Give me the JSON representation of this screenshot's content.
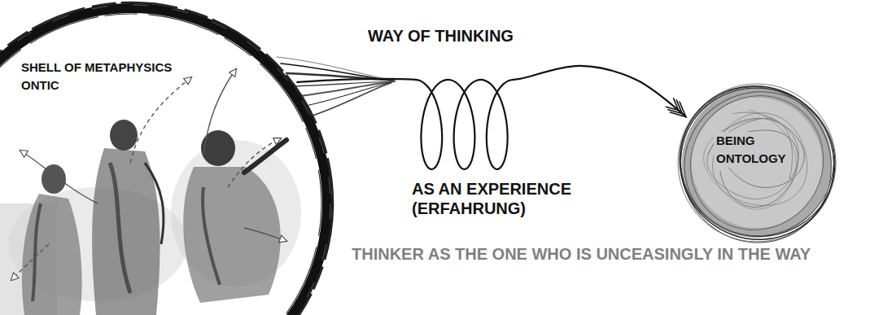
{
  "diagram": {
    "caption": "THINKER AS THE ONE WHO IS UNCEASINGLY IN THE WAY",
    "nodes": [
      {
        "text": [
          "SHELL OF METAPHYSICS",
          "ONTIC"
        ]
      },
      {
        "text": [
          "BEING",
          "ONTOLOGY"
        ]
      }
    ],
    "edges": [
      {
        "from": 0,
        "to": 1,
        "arrow": "to",
        "label": "WAY OF THINKING"
      }
    ],
    "labels": [
      "AS AN EXPERIENCE (ERFAHRUNG)"
    ]
  }
}
